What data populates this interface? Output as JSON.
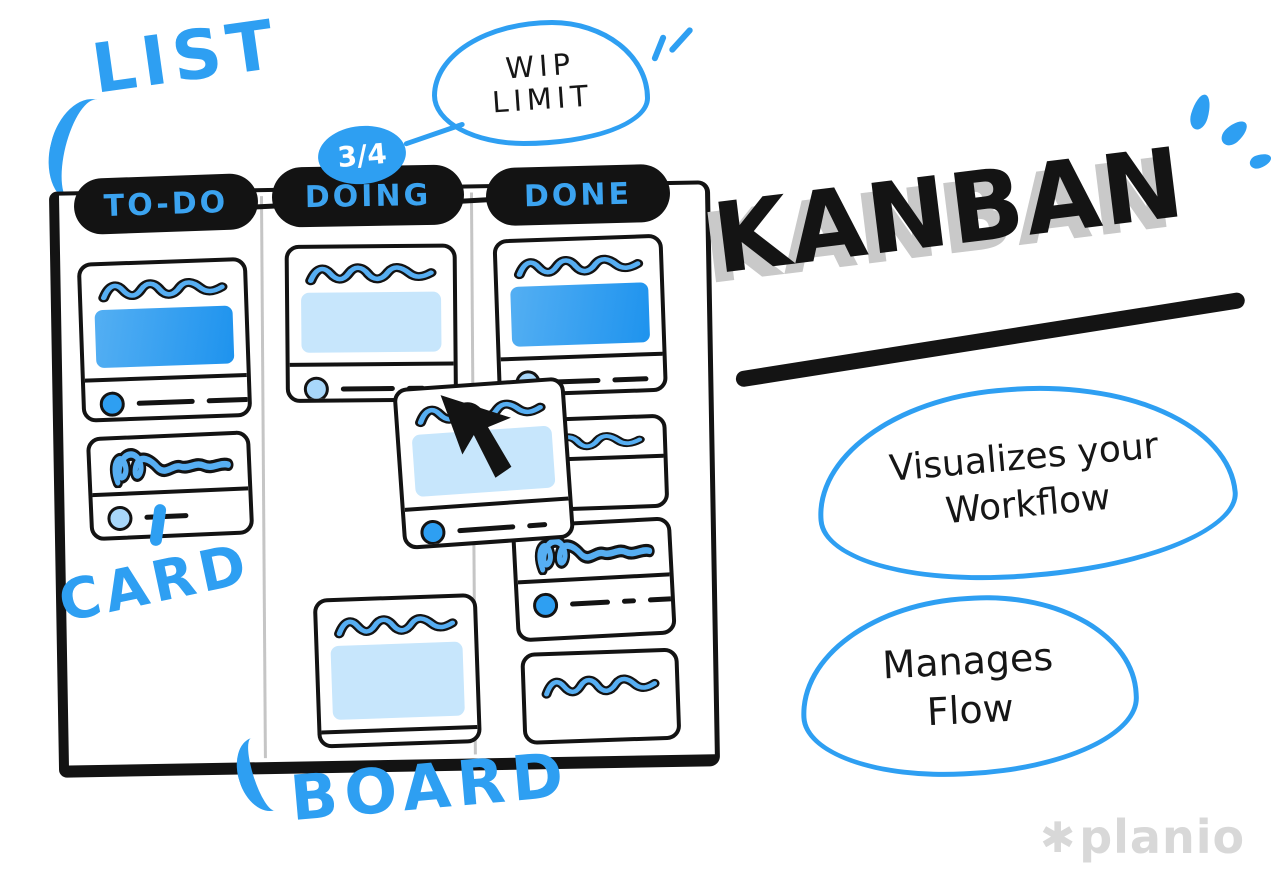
{
  "annotations": {
    "list": "LIST",
    "card": "CARD",
    "board": "BOARD"
  },
  "wip": {
    "line1": "WIP",
    "line2": "LIMIT",
    "badge": "3/4"
  },
  "board": {
    "columns": [
      {
        "label": "TO-DO"
      },
      {
        "label": "DOING"
      },
      {
        "label": "DONE"
      }
    ]
  },
  "title": "KANBAN",
  "callouts": {
    "visualize_line1": "Visualizes your",
    "visualize_line2": "Workflow",
    "manage_line1": "Manages",
    "manage_line2": "Flow"
  },
  "logo": {
    "symbol": "✱",
    "name": "planio"
  },
  "colors": {
    "blue": "#2E9FF2",
    "squiggle_blue": "#56AEF2",
    "light_blue_fill": "#C7E6FC",
    "bright_blue_fill": "#2E9AEF",
    "ink_black": "#131313",
    "shadow_gray": "#C9C9C9",
    "logo_gray": "#D8D8D8"
  }
}
